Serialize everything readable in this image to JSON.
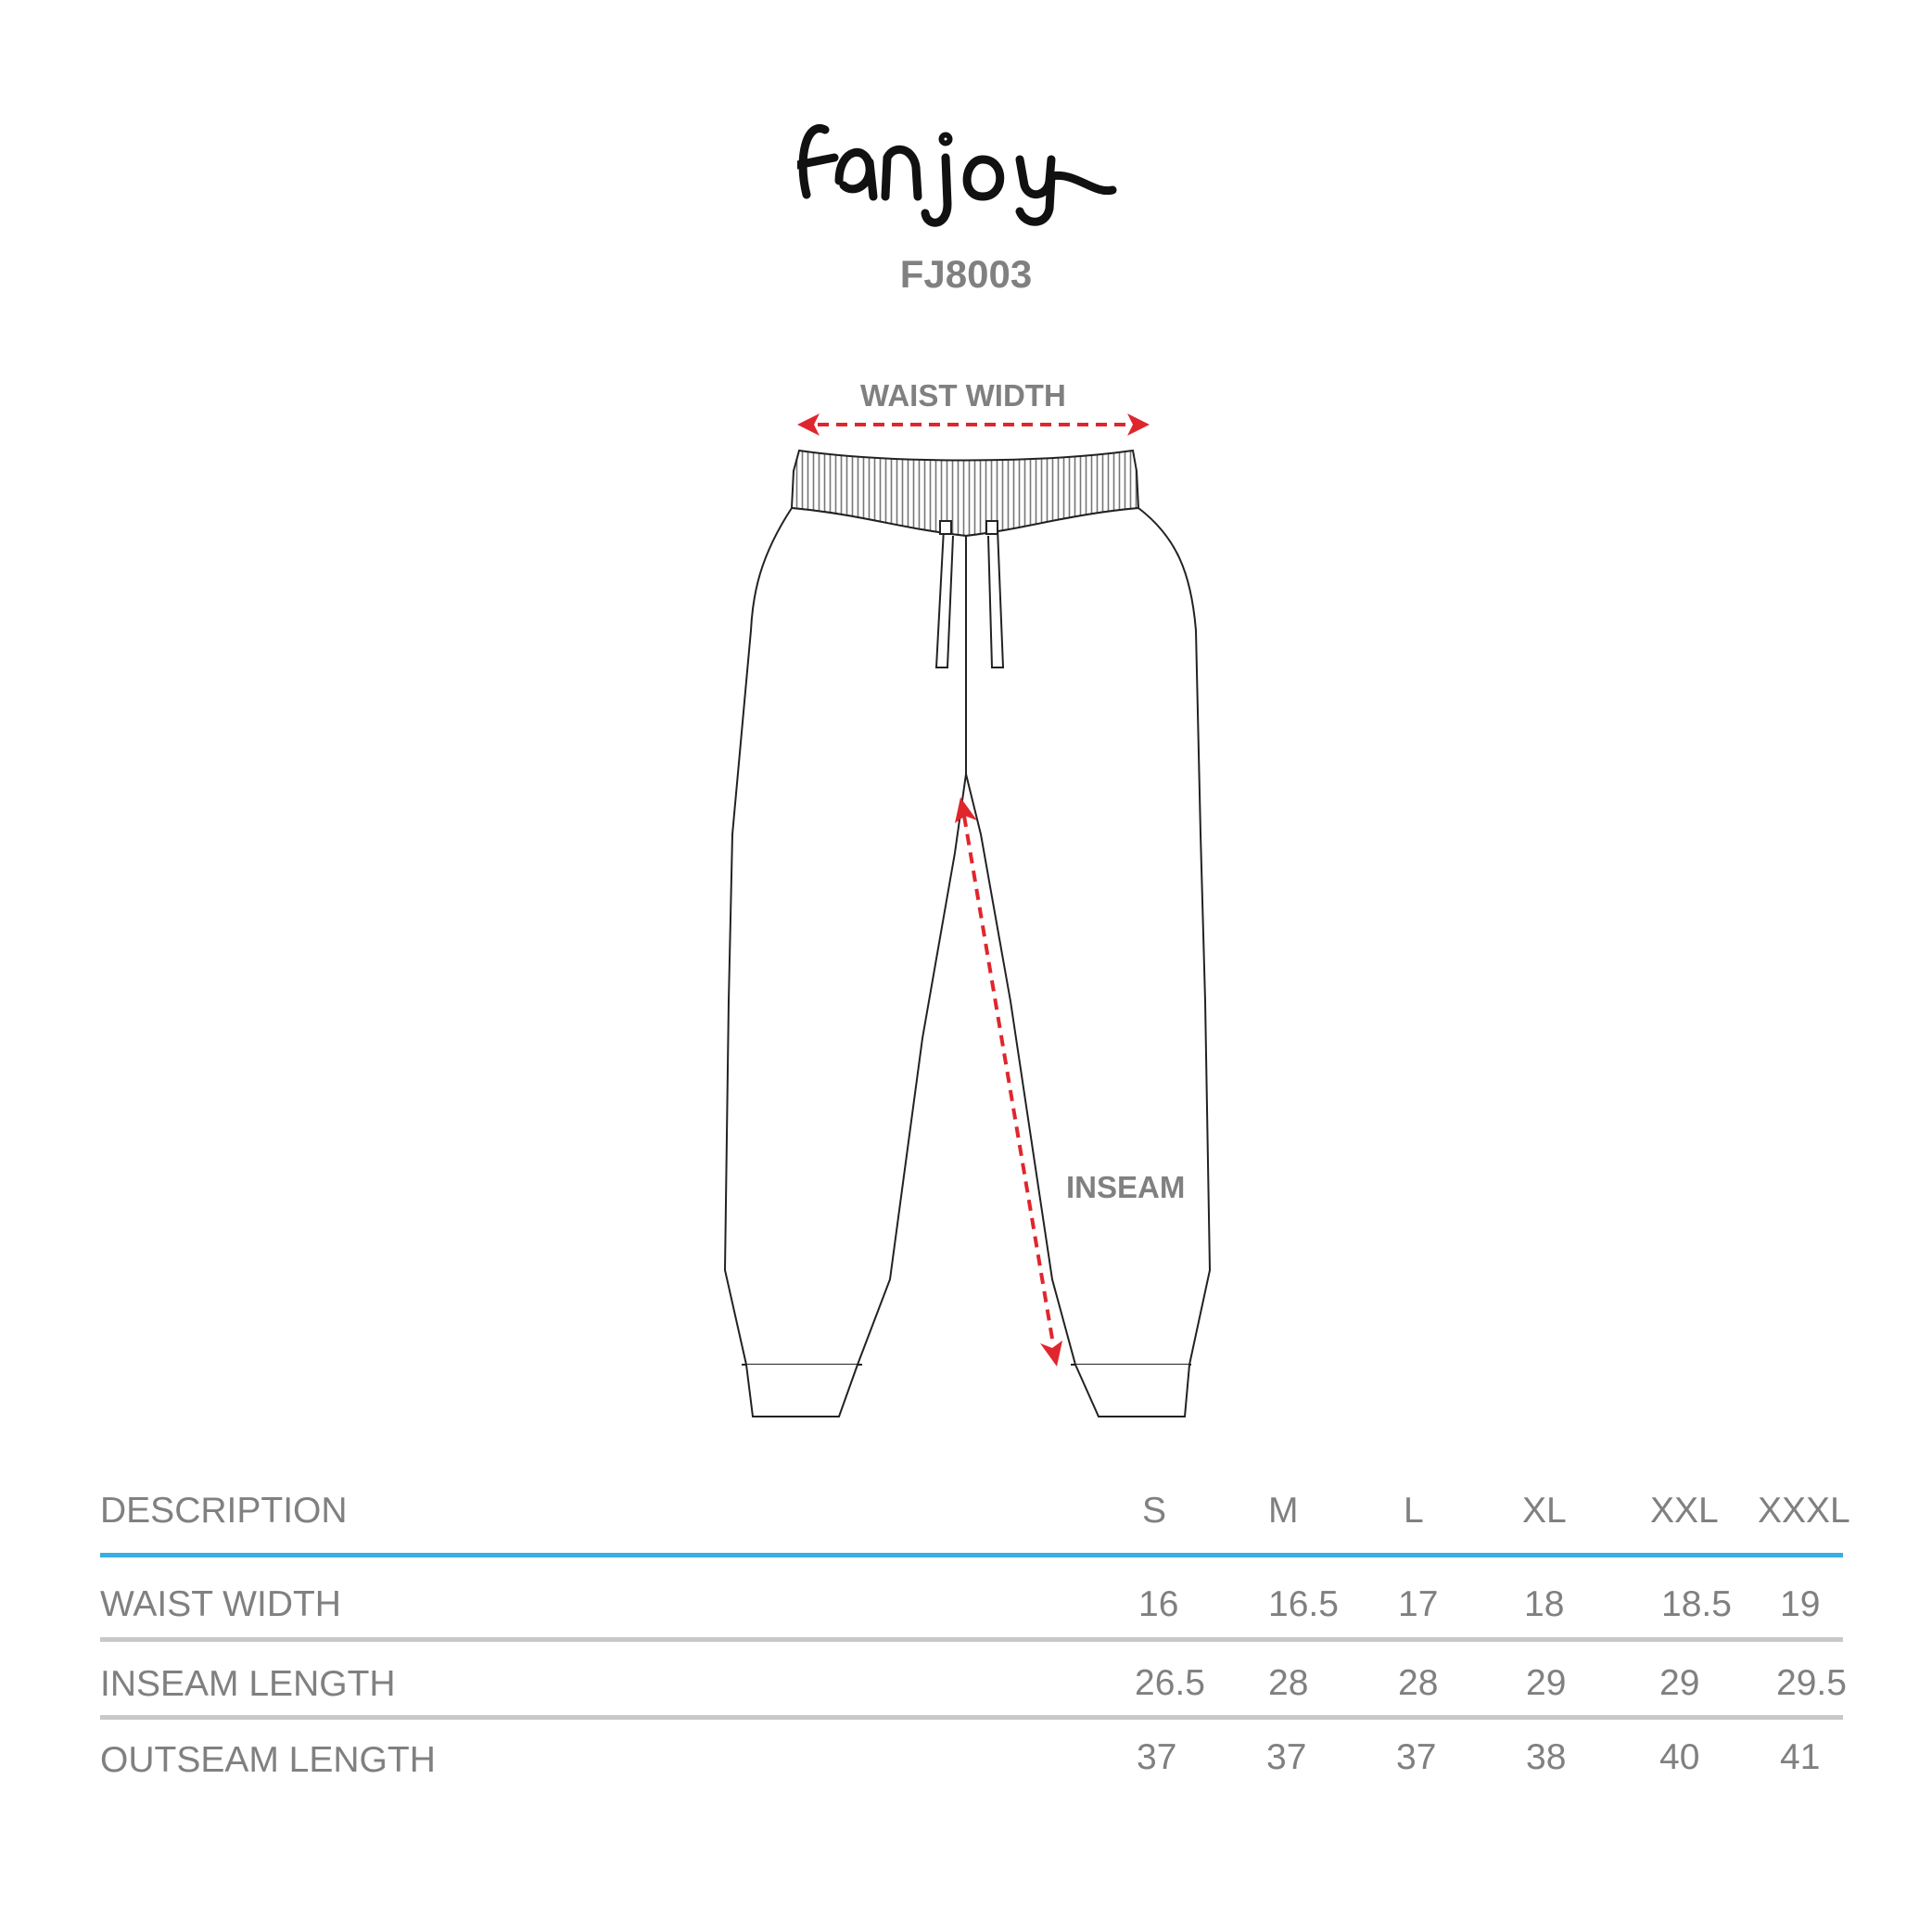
{
  "brand": {
    "logo_text": "fanjoy"
  },
  "product": {
    "style_code": "FJ8003"
  },
  "diagram": {
    "waist_label": "WAIST WIDTH",
    "inseam_label": "INSEAM",
    "arrow_color": "#e0262d",
    "garment": "jogger-pants"
  },
  "table": {
    "header": {
      "description": "DESCRIPTION",
      "sizes": [
        "S",
        "M",
        "L",
        "XL",
        "XXL",
        "XXXL"
      ]
    },
    "rows": [
      {
        "label": "WAIST WIDTH",
        "values": [
          "16",
          "16.5",
          "17",
          "18",
          "18.5",
          "19"
        ]
      },
      {
        "label": "INSEAM LENGTH",
        "values": [
          "26.5",
          "28",
          "28",
          "29",
          "29",
          "29.5"
        ]
      },
      {
        "label": "OUTSEAM LENGTH",
        "values": [
          "37",
          "37",
          "37",
          "38",
          "40",
          "41"
        ]
      }
    ],
    "header_rule_color": "#3aaee3",
    "row_rule_color": "#c8c8c8"
  }
}
